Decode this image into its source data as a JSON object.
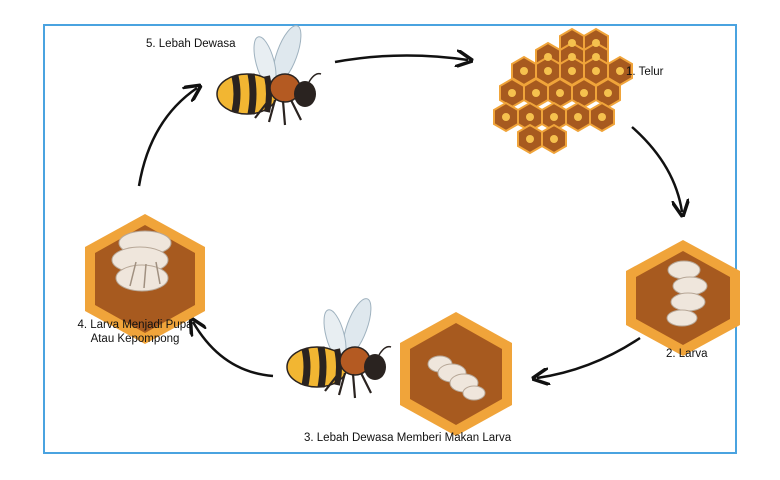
{
  "stages": {
    "adult": "5. Lebah Dewasa",
    "egg": "1. Telur",
    "larva": "2. Larva",
    "feeding": "3. Lebah Dewasa Memberi Makan Larva",
    "pupa_line1": "4. Larva Menjadi Pupa",
    "pupa_line2": "Atau Kepompong"
  },
  "colors": {
    "frame": "#4aa3e0",
    "hex_fill": "#a75a1f",
    "hex_border": "#f0a43a",
    "bee_yellow": "#f2b632",
    "bee_dark": "#2a2320",
    "larva": "#efe6dc"
  }
}
